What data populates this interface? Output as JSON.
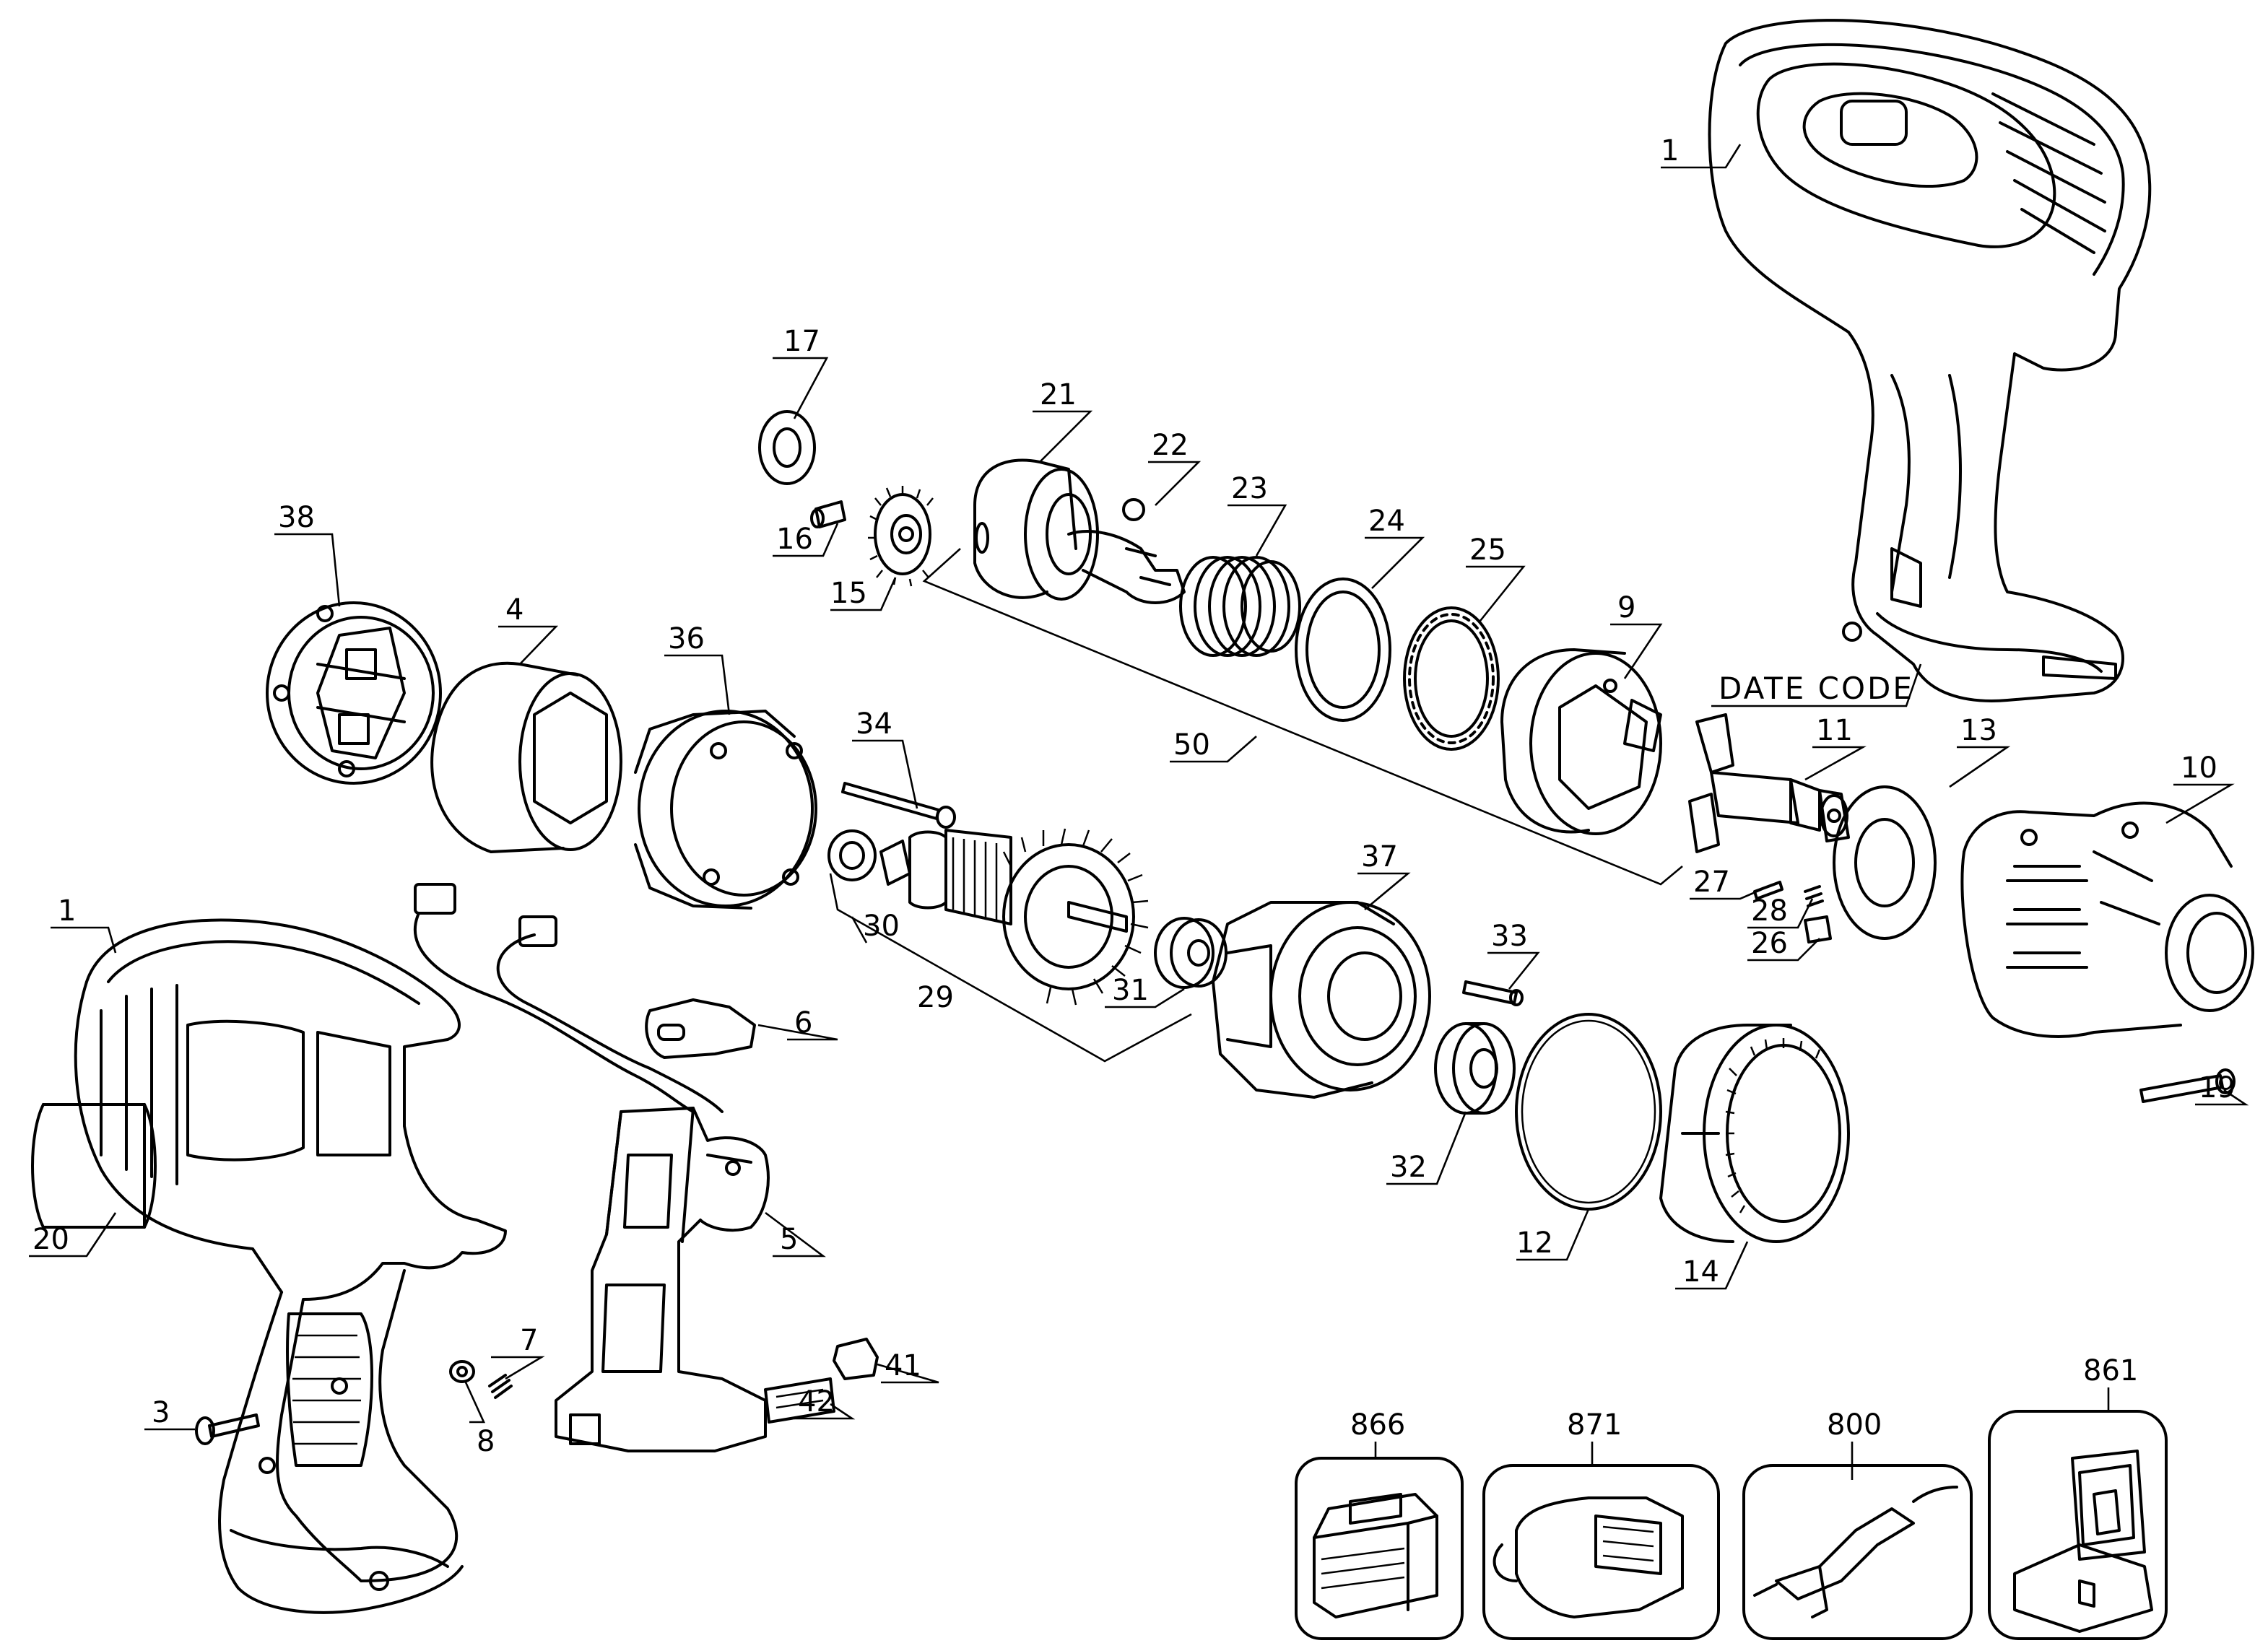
{
  "diagram": {
    "background": "#ffffff",
    "line_color": "#000000",
    "date_code_label": "DATE CODE",
    "callouts": [
      "1",
      "1",
      "3",
      "4",
      "5",
      "6",
      "7",
      "8",
      "9",
      "10",
      "11",
      "12",
      "13",
      "14",
      "15",
      "16",
      "17",
      "19",
      "20",
      "21",
      "22",
      "23",
      "24",
      "25",
      "26",
      "27",
      "28",
      "29",
      "30",
      "31",
      "32",
      "33",
      "34",
      "36",
      "37",
      "38",
      "41",
      "42",
      "50",
      "800",
      "861",
      "866",
      "871"
    ]
  }
}
